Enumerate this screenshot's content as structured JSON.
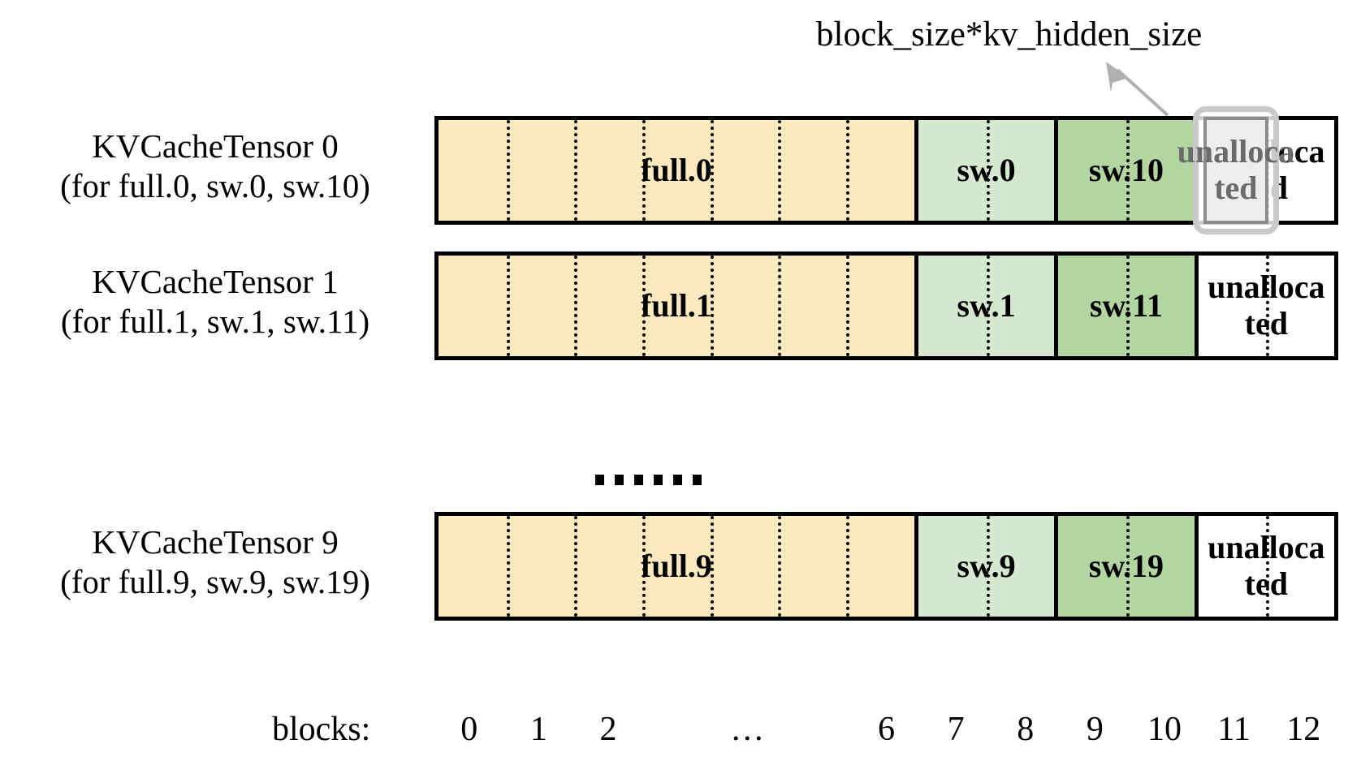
{
  "annotation": {
    "label": "block_size*kv_hidden_size",
    "arrow_icon": "arrow-up-left-icon",
    "arrow_color": "#b0b0b0"
  },
  "axis": {
    "caption": "blocks:",
    "ticks": [
      "0",
      "1",
      "2",
      "…",
      "6",
      "7",
      "8",
      "9",
      "10",
      "11",
      "12"
    ]
  },
  "ellipsis": {
    "dot_count": 6,
    "meaning": "rows-omitted-ellipsis"
  },
  "colors": {
    "full": "#FCE9C0",
    "sliding_window_a": "#D6E8D0",
    "sliding_window_b": "#B3D5A2",
    "unallocated": "#FFFFFF",
    "highlight_fill": "#EDEDED",
    "highlight_border": "#8C8C8C",
    "highlight_outer_border": "#C9C9C9",
    "highlight_text": "#6B6B6B",
    "outline": "#000000"
  },
  "rows": [
    {
      "title": "KVCacheTensor 0",
      "subtitle": "(for full.0, sw.0, sw.10)",
      "highlighted": true,
      "segments": [
        {
          "label": "full.0",
          "kind": "full",
          "blocks": 7,
          "color": "#FCE9C0"
        },
        {
          "label": "sw.0",
          "kind": "sliding-window",
          "blocks": 2,
          "color": "#D6E8D0"
        },
        {
          "label": "sw.10",
          "kind": "sliding-window",
          "blocks": 2,
          "color": "#B3D5A2"
        },
        {
          "label": "unalloca\nted",
          "kind": "unallocated",
          "blocks": 2,
          "color": "#FFFFFF"
        }
      ]
    },
    {
      "title": "KVCacheTensor 1",
      "subtitle": "(for full.1, sw.1, sw.11)",
      "highlighted": false,
      "segments": [
        {
          "label": "full.1",
          "kind": "full",
          "blocks": 7,
          "color": "#FCE9C0"
        },
        {
          "label": "sw.1",
          "kind": "sliding-window",
          "blocks": 2,
          "color": "#D6E8D0"
        },
        {
          "label": "sw.11",
          "kind": "sliding-window",
          "blocks": 2,
          "color": "#B3D5A2"
        },
        {
          "label": "unalloca\nted",
          "kind": "unallocated",
          "blocks": 2,
          "color": "#FFFFFF"
        }
      ]
    },
    {
      "title": "KVCacheTensor 9",
      "subtitle": "(for full.9, sw.9, sw.19)",
      "highlighted": false,
      "segments": [
        {
          "label": "full.9",
          "kind": "full",
          "blocks": 7,
          "color": "#FCE9C0"
        },
        {
          "label": "sw.9",
          "kind": "sliding-window",
          "blocks": 2,
          "color": "#D6E8D0"
        },
        {
          "label": "sw.19",
          "kind": "sliding-window",
          "blocks": 2,
          "color": "#B3D5A2"
        },
        {
          "label": "unalloca\nted",
          "kind": "unallocated",
          "blocks": 2,
          "color": "#FFFFFF"
        }
      ]
    }
  ],
  "highlight": {
    "text": "unalloca\nted",
    "on_row": 0,
    "on_segment": 3
  }
}
